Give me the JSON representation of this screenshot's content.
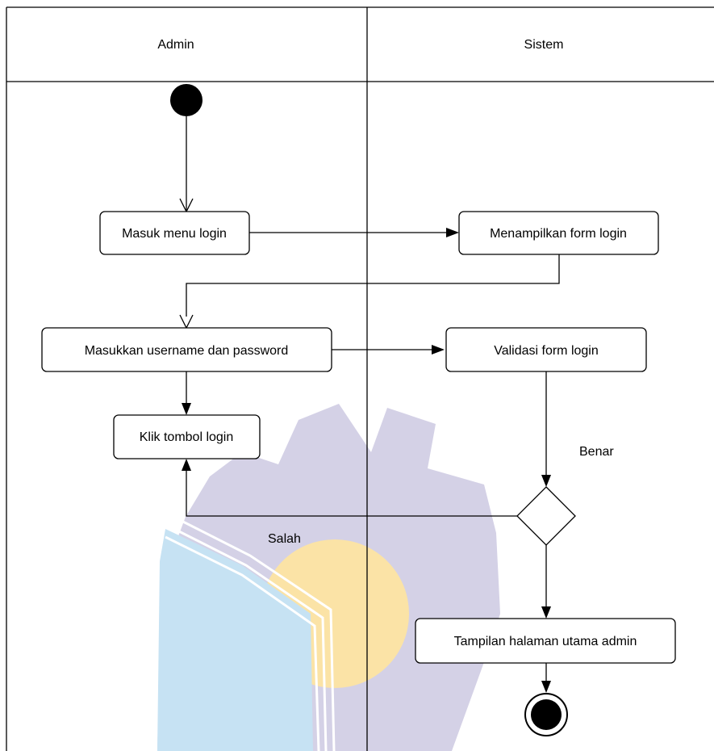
{
  "swimlanes": {
    "left": "Admin",
    "right": "Sistem"
  },
  "nodes": {
    "masuk_menu_login": "Masuk menu login",
    "menampilkan_form_login": "Menampilkan form login",
    "masukkan_username_password": "Masukkan username dan password",
    "validasi_form_login": "Validasi form login",
    "klik_tombol_login": "Klik tombol login",
    "tampilan_halaman_utama": "Tampilan halaman utama admin"
  },
  "edge_labels": {
    "benar": "Benar",
    "salah": "Salah"
  },
  "watermark": {
    "gear_color": "#d4d1e6",
    "sun_color": "#fbe3a6",
    "book_color": "#c6e2f3"
  }
}
